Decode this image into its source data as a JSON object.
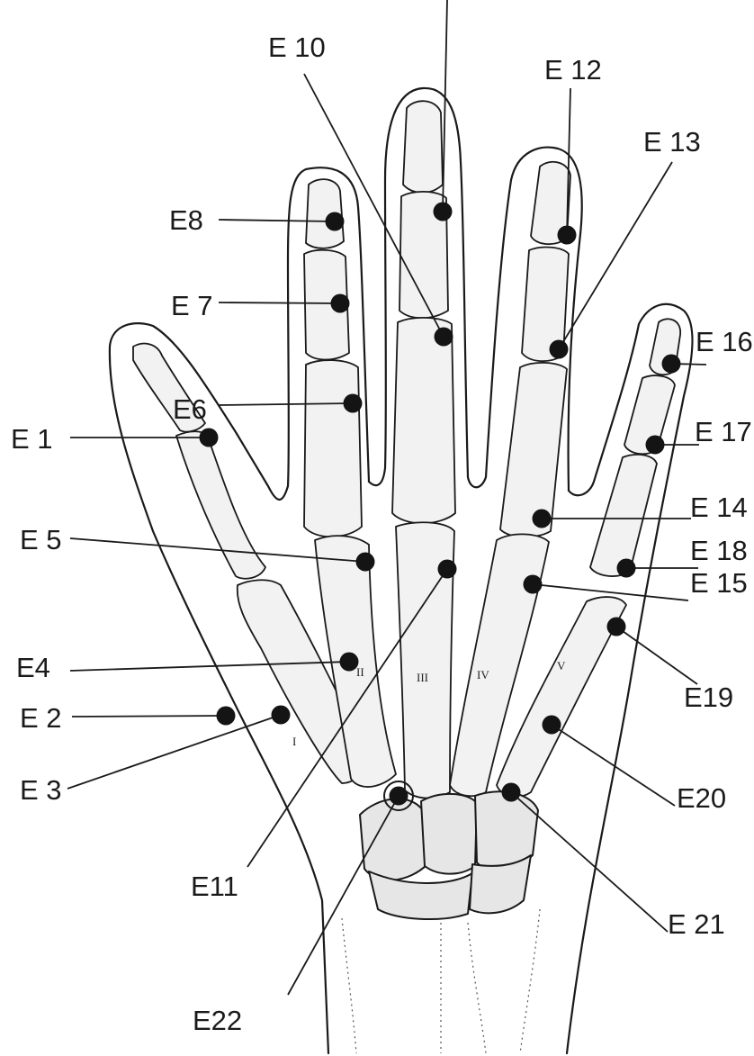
{
  "points": [
    {
      "id": "E1",
      "label": "E 1"
    },
    {
      "id": "E2",
      "label": "E 2"
    },
    {
      "id": "E3",
      "label": "E 3"
    },
    {
      "id": "E4",
      "label": "E4"
    },
    {
      "id": "E5",
      "label": "E 5"
    },
    {
      "id": "E6",
      "label": "E6"
    },
    {
      "id": "E7",
      "label": "E 7"
    },
    {
      "id": "E8",
      "label": "E8"
    },
    {
      "id": "E9",
      "label": ""
    },
    {
      "id": "E10",
      "label": "E 10"
    },
    {
      "id": "E11",
      "label": "E11"
    },
    {
      "id": "E12",
      "label": "E 12"
    },
    {
      "id": "E13",
      "label": "E 13"
    },
    {
      "id": "E14",
      "label": "E 14"
    },
    {
      "id": "E15",
      "label": "E 15"
    },
    {
      "id": "E16",
      "label": "E 16"
    },
    {
      "id": "E17",
      "label": "E 17"
    },
    {
      "id": "E18",
      "label": "E 18"
    },
    {
      "id": "E19",
      "label": "E19"
    },
    {
      "id": "E20",
      "label": "E20"
    },
    {
      "id": "E21",
      "label": "E 21"
    },
    {
      "id": "E22",
      "label": "E22"
    }
  ],
  "metacarpal_labels": [
    "I",
    "II",
    "III",
    "IV",
    "V"
  ],
  "colors": {
    "ink": "#1a1a1a",
    "point": "#141414",
    "bone": "#f2f2f2",
    "paper": "#ffffff"
  }
}
